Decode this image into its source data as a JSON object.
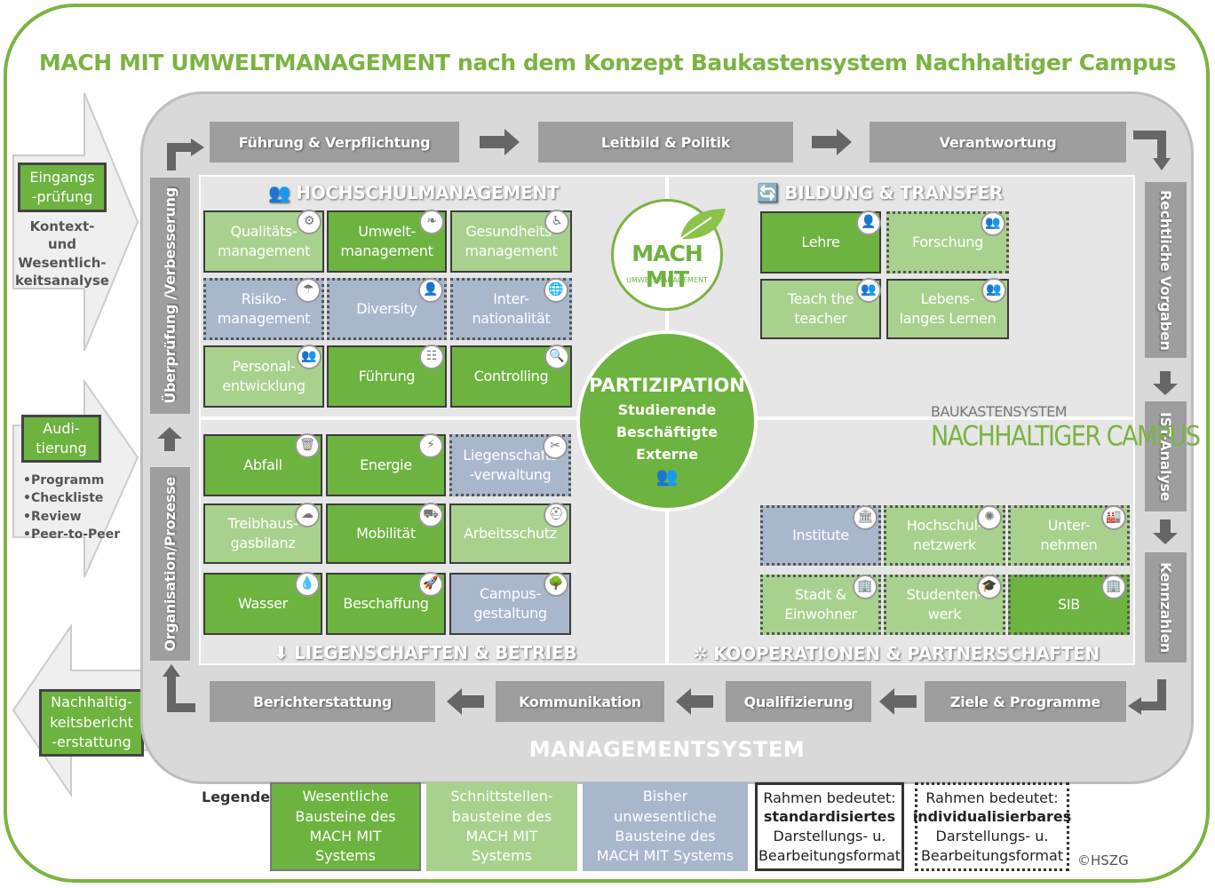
{
  "title": "MACH MIT UMWELTMANAGEMENT nach dem Konzept Baukastensystem Nachhaltiger Campus",
  "cycle": {
    "top": [
      "Führung & Verpflichtung",
      "Leitbild & Politik",
      "Verantwortung"
    ],
    "right": [
      "Rechtliche Vorgaben",
      "IST-Analyse",
      "Kennzahlen"
    ],
    "bottom": [
      "Berichterstattung",
      "Kommunikation",
      "Qualifizierung",
      "Ziele & Programme"
    ],
    "left": [
      "Überprüfung /Verbesserung",
      "Organisation/Prozesse"
    ]
  },
  "system_label": "MANAGEMENTSYSTEM",
  "quadrants": {
    "hm": {
      "title": "HOCHSCHULMANAGEMENT",
      "tiles": [
        "Qualitäts-\nmanagement",
        "Umwelt-\nmanagement",
        "Gesundheits-\nmanagement",
        "Risiko-\nmanagement",
        "Diversity",
        "Inter-\nnationalität",
        "Personal-\nentwicklung",
        "Führung",
        "Controlling"
      ]
    },
    "bt": {
      "title": "BILDUNG & TRANSFER",
      "tiles": [
        "Lehre",
        "Forschung",
        "Teach the\nteacher",
        "Lebens-\nlanges Lernen"
      ]
    },
    "lb": {
      "title": "LIEGENSCHAFTEN & BETRIEB",
      "tiles": [
        "Abfall",
        "Energie",
        "Liegenschafts\n-verwaltung",
        "Treibhaus-\ngasbilanz",
        "Mobilität",
        "Arbeitsschutz",
        "Wasser",
        "Beschaffung",
        "Campus-\ngestaltung"
      ]
    },
    "kp": {
      "title": "KOOPERATIONEN & PARTNERSCHAFTEN",
      "tiles": [
        "Institute",
        "Hochschul-\nnetzwerk",
        "Unter-\nnehmen",
        "Stadt &\nEinwohner",
        "Studenten-\nwerk",
        "SIB"
      ]
    }
  },
  "logo": {
    "main": "MACH MIT",
    "sub": "UMWELTMANAGEMENT"
  },
  "participation": {
    "title": "PARTIZIPATION",
    "lines": [
      "Studierende",
      "Beschäftigte",
      "Externe"
    ]
  },
  "campus": {
    "line1": "BAUKASTENSYSTEM",
    "line2": "NACHHALTIGER CAMPUS"
  },
  "left_side": {
    "box1": "Eingangs\n-prüfung",
    "text1": "Kontext- und\nWesentlich-\nkeitsanalyse",
    "box2": "Audi-\ntierung",
    "list2": [
      "•Programm",
      "•Checkliste",
      "•Review",
      "•Peer-to-Peer"
    ],
    "box3": "Nachhaltig-\nkeitsbericht\n-erstattung"
  },
  "legend": {
    "label": "Legende:",
    "items": [
      "Wesentliche\nBausteine des\nMACH MIT\nSystems",
      "Schnittstellen-\nbausteine des\nMACH MIT\nSystems",
      "Bisher\nunwesentliche\nBausteine des\nMACH MIT Systems"
    ],
    "frame1": {
      "a": "Rahmen bedeutet:",
      "b": "standardisiertes",
      "c": "Darstellungs- u.\nBearbeitungsformat"
    },
    "frame2": {
      "a": "Rahmen bedeutet:",
      "b": "individualisierbares",
      "c": "Darstellungs- u.\nBearbeitungsformat"
    },
    "copyright": "©HSZG"
  },
  "colors": {
    "green": "#6db33f",
    "light_green": "#a9d18e",
    "blue_grey": "#a9b7cd",
    "grey": "#9e9e9e"
  }
}
